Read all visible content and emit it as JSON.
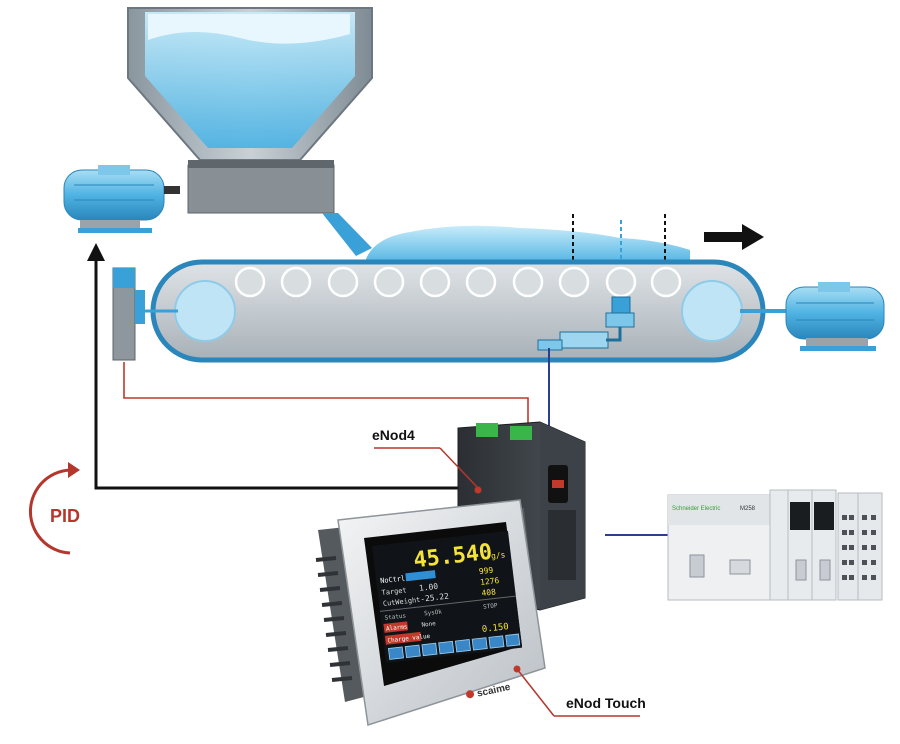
{
  "labels": {
    "controller": "eNod4",
    "terminal": "eNod Touch",
    "loop": "PID"
  },
  "screen": {
    "weight_value": "45.540",
    "weight_unit": "g/s",
    "mode": "NoCtrl",
    "target_label": "Target",
    "target_value": "1.00",
    "cutweight_label": "CutWeight",
    "cutweight_value": "-25.22",
    "row_status": "Status",
    "row_sts_ok": "SysOk",
    "alarms_label": "Alarms",
    "alarms_value": "None",
    "charge_label": "Charge value",
    "charge_value": "0.150",
    "right_top": "999",
    "right_mid": "1276",
    "right_low": "408",
    "stop_label": "STOP",
    "brand": "scaime"
  },
  "plc": {
    "brand": "Schneider Electric",
    "model": "M258"
  },
  "colors": {
    "accent_blue": "#3aa0d8",
    "signal_red": "#c0392b",
    "label_red": "#b5362c",
    "feedback_black": "#111111",
    "bus_blue": "#2b3f8f",
    "frame_grey": "#7d8a98",
    "controller_green": "#39b54a"
  }
}
